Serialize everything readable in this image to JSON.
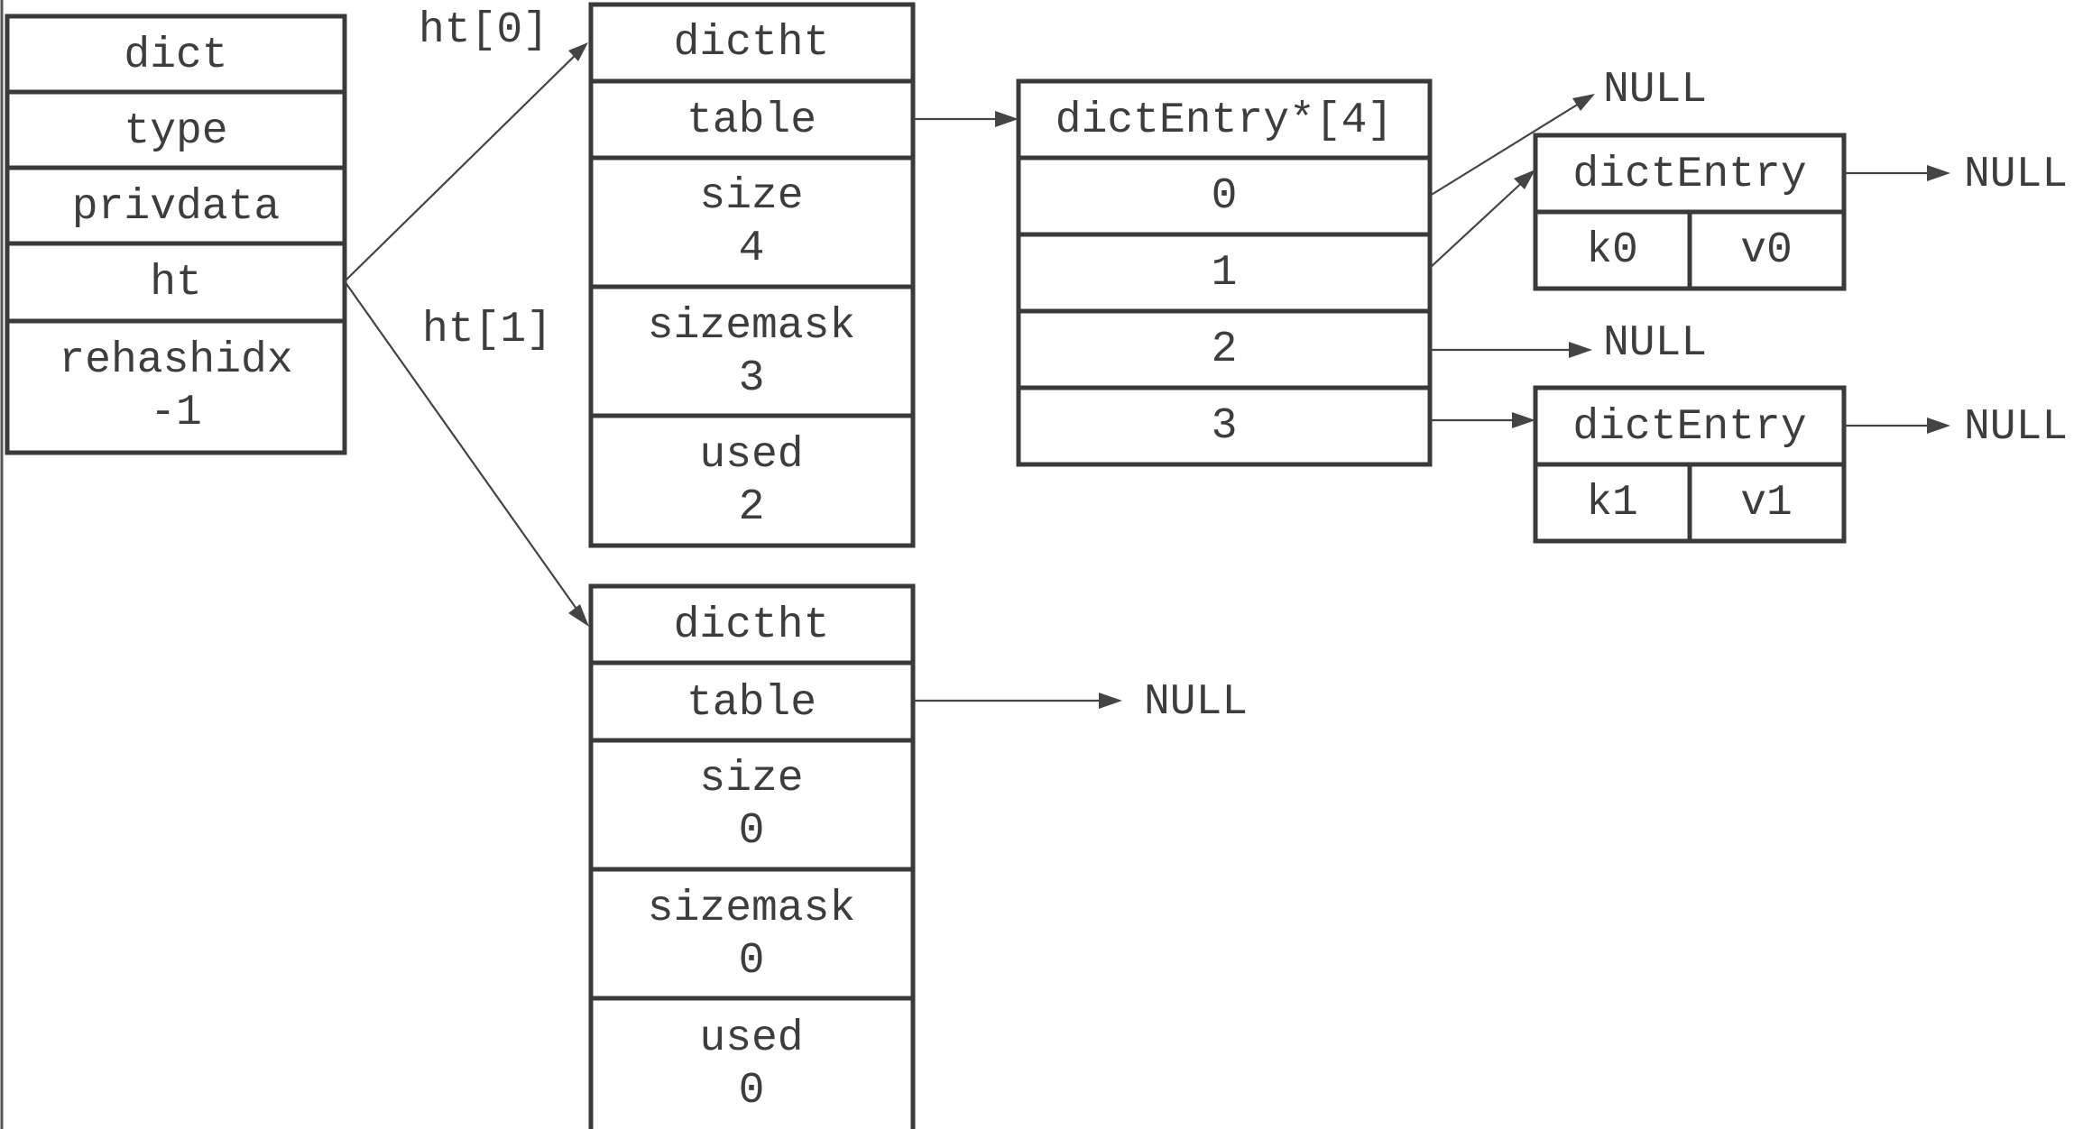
{
  "dict": {
    "header": "dict",
    "type": "type",
    "privdata": "privdata",
    "ht": "ht",
    "rehashidx_label": "rehashidx",
    "rehashidx_value": "-1"
  },
  "pointer_labels": {
    "ht0": "ht[0]",
    "ht1": "ht[1]"
  },
  "ht0": {
    "header": "dictht",
    "table": "table",
    "size_label": "size",
    "size_value": "4",
    "sizemask_label": "sizemask",
    "sizemask_value": "3",
    "used_label": "used",
    "used_value": "2"
  },
  "ht1": {
    "header": "dictht",
    "table": "table",
    "size_label": "size",
    "size_value": "0",
    "sizemask_label": "sizemask",
    "sizemask_value": "0",
    "used_label": "used",
    "used_value": "0",
    "table_target": "NULL"
  },
  "table_array": {
    "header": "dictEntry*[4]",
    "slots": [
      "0",
      "1",
      "2",
      "3"
    ],
    "slot0_target": "NULL",
    "slot2_target": "NULL"
  },
  "entries": [
    {
      "header": "dictEntry",
      "key": "k0",
      "value": "v0",
      "next": "NULL"
    },
    {
      "header": "dictEntry",
      "key": "k1",
      "value": "v1",
      "next": "NULL"
    }
  ]
}
